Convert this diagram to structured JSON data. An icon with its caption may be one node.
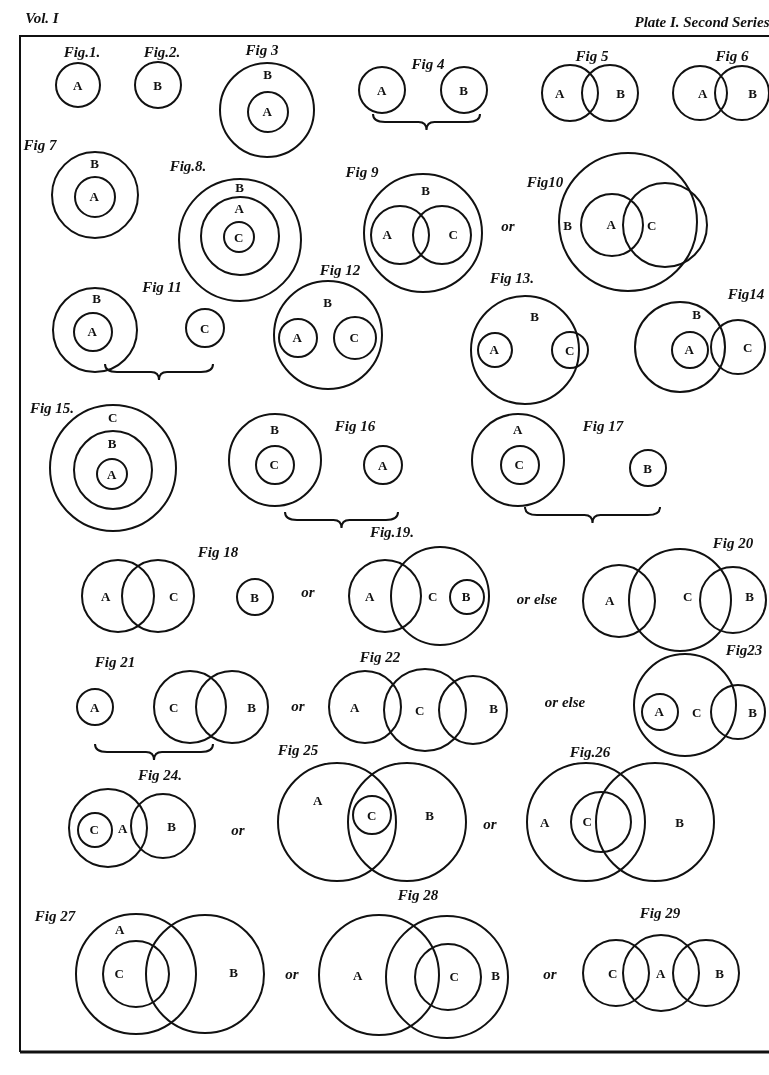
{
  "diagram": {
    "nodes": [
      {
        "text": [
          "A"
        ]
      },
      {
        "text": [
          "B"
        ]
      },
      {
        "text": [
          "B"
        ]
      },
      {
        "text": [
          "A"
        ],
        "in": 2
      },
      {
        "text": [
          "A"
        ]
      },
      {
        "text": [
          "B"
        ]
      },
      {
        "text": [
          "A"
        ]
      },
      {
        "text": [
          "B"
        ]
      },
      {
        "text": [
          "A"
        ]
      },
      {
        "text": [
          "B"
        ]
      },
      {
        "text": [
          "B"
        ]
      },
      {
        "text": [
          "A"
        ],
        "in": 10
      },
      {
        "text": [
          "B"
        ]
      },
      {
        "text": [
          "A"
        ],
        "in": 12
      },
      {
        "text": [
          "C"
        ],
        "in": 13
      },
      {
        "text": [
          "B"
        ]
      },
      {
        "text": [
          "A"
        ],
        "in": 15
      },
      {
        "text": [
          "C"
        ],
        "in": 15
      },
      {
        "text": [
          "B"
        ]
      },
      {
        "text": [
          "A"
        ],
        "in": 18
      },
      {
        "text": [
          "C"
        ]
      },
      {
        "text": [
          "B"
        ]
      },
      {
        "text": [
          "A"
        ],
        "in": 21
      },
      {
        "text": [
          "C"
        ]
      },
      {
        "text": [
          "B"
        ]
      },
      {
        "text": [
          "A"
        ],
        "in": 24
      },
      {
        "text": [
          "C"
        ],
        "in": 24
      },
      {
        "text": [
          "B"
        ]
      },
      {
        "text": [
          "A"
        ],
        "in": 27
      },
      {
        "text": [
          "C"
        ]
      },
      {
        "text": [
          "B"
        ]
      },
      {
        "text": [
          "A"
        ],
        "in": 30
      },
      {
        "text": [
          "C"
        ]
      },
      {
        "text": [
          "C"
        ]
      },
      {
        "text": [
          "B"
        ],
        "in": 33
      },
      {
        "text": [
          "A"
        ],
        "in": 34
      },
      {
        "text": [
          "B"
        ]
      },
      {
        "text": [
          "C"
        ],
        "in": 36
      },
      {
        "text": [
          "A"
        ]
      },
      {
        "text": [
          "A"
        ]
      },
      {
        "text": [
          "C"
        ],
        "in": 39
      },
      {
        "text": [
          "B"
        ]
      },
      {
        "text": [
          "A"
        ]
      },
      {
        "text": [
          "C"
        ]
      },
      {
        "text": [
          "B"
        ]
      },
      {
        "text": [
          "A"
        ]
      },
      {
        "text": [
          "C"
        ]
      },
      {
        "text": [
          "B"
        ],
        "in": 46
      },
      {
        "text": [
          "A"
        ]
      },
      {
        "text": [
          "C"
        ]
      },
      {
        "text": [
          "B"
        ]
      },
      {
        "text": [
          "A"
        ]
      },
      {
        "text": [
          "C"
        ]
      },
      {
        "text": [
          "B"
        ]
      },
      {
        "text": [
          "A"
        ]
      },
      {
        "text": [
          "C"
        ]
      },
      {
        "text": [
          "B"
        ]
      },
      {
        "text": [
          "C"
        ]
      },
      {
        "text": [
          "A"
        ],
        "in": 57
      },
      {
        "text": [
          "B"
        ]
      },
      {
        "text": [
          "A"
        ]
      },
      {
        "text": [
          "C"
        ],
        "in": 60
      },
      {
        "text": [
          "B"
        ]
      },
      {
        "text": [
          "A"
        ]
      },
      {
        "text": [
          "C"
        ]
      },
      {
        "text": [
          "B"
        ]
      },
      {
        "text": [
          "A"
        ]
      },
      {
        "text": [
          "C"
        ],
        "in": 66
      },
      {
        "text": [
          "B"
        ]
      },
      {
        "text": [
          "A"
        ]
      },
      {
        "text": [
          "C"
        ],
        "in": 69
      },
      {
        "text": [
          "B"
        ]
      },
      {
        "text": [
          "A"
        ]
      },
      {
        "text": [
          "B"
        ]
      },
      {
        "text": [
          "C"
        ],
        "in": 73
      },
      {
        "text": [
          "C"
        ]
      },
      {
        "text": [
          "A"
        ]
      },
      {
        "text": [
          "B"
        ]
      }
    ],
    "labels": [
      "Vol. I",
      "Plate I. Second Series",
      "Fig.1.",
      "Fig.2.",
      "Fig 3",
      "Fig 4",
      "Fig 5",
      "Fig 6",
      "Fig 7",
      "Fig.8.",
      "Fig 9",
      "or",
      "Fig10",
      "Fig 11",
      "Fig 12",
      "Fig 13.",
      "Fig14",
      "Fig 15.",
      "Fig 16",
      "Fig 17",
      "Fig 18",
      "or",
      "Fig.19.",
      "or else",
      "Fig 20",
      "Fig 21",
      "or",
      "Fig 22",
      "or else",
      "Fig23",
      "Fig 24.",
      "or",
      "Fig 25",
      "or",
      "Fig.26",
      "Fig 27",
      "or",
      "Fig 28",
      "or",
      "Fig 29"
    ]
  }
}
